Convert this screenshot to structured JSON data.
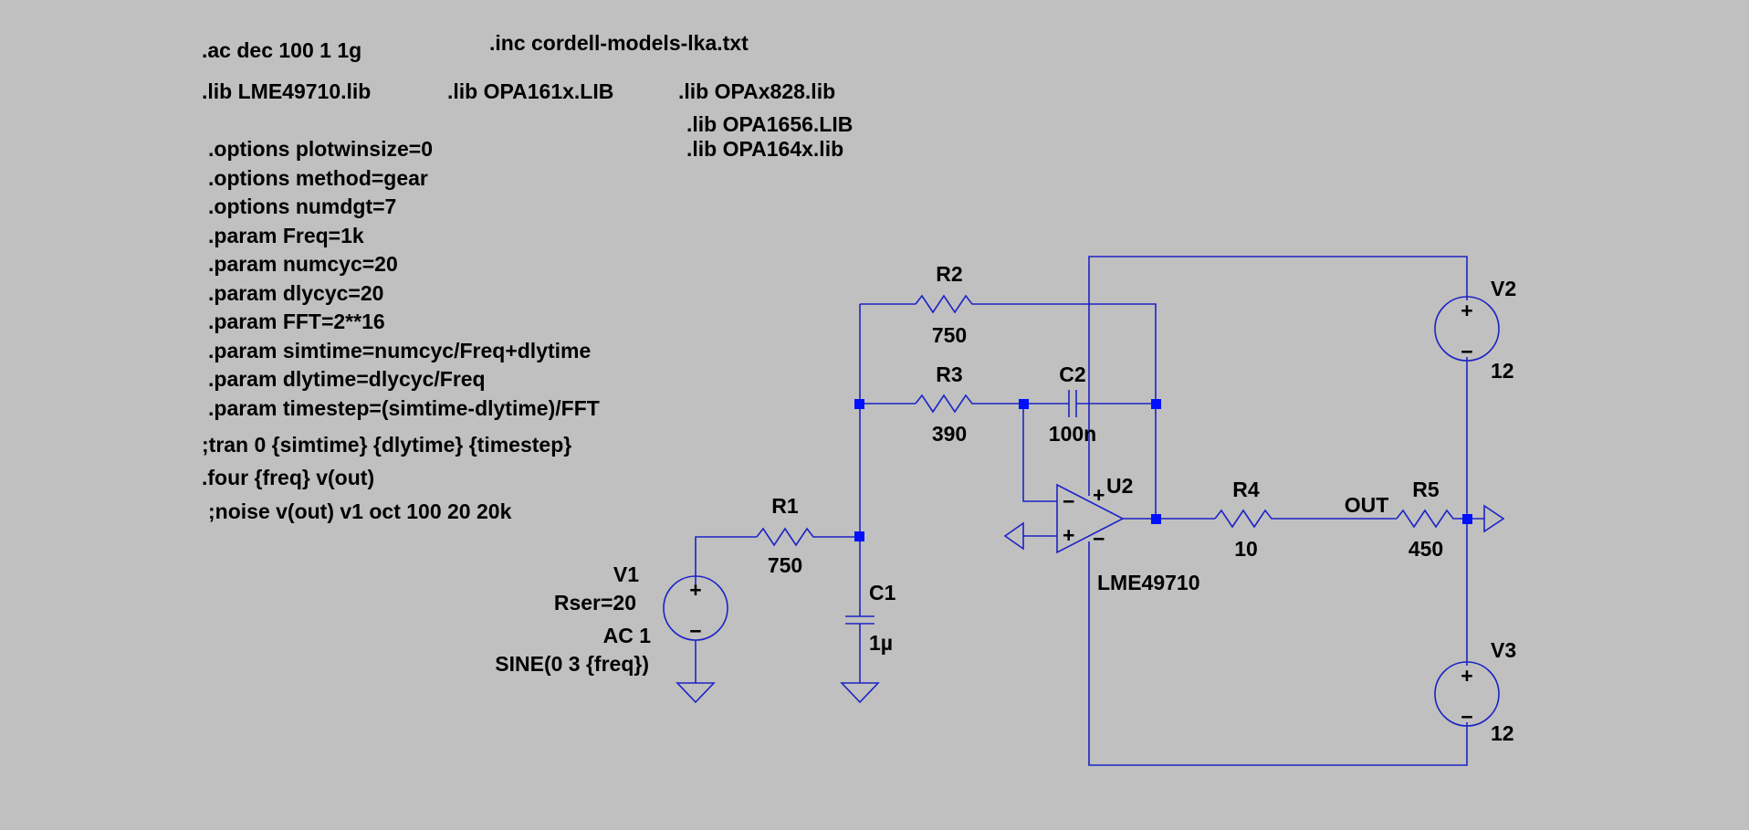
{
  "colors": {
    "background": "#c0c0c0",
    "wire": "#1c24c4",
    "junction": "#0010ff",
    "text": "#000000"
  },
  "directives": {
    "ac": ".ac dec 100 1 1g",
    "inc": ".inc cordell-models-lka.txt",
    "lib_lme": ".lib LME49710.lib",
    "lib_opa161x": ".lib OPA161x.LIB",
    "lib_opax828": ".lib OPAx828.lib",
    "lib_opa1656": ".lib OPA1656.LIB",
    "lib_opa164x": ".lib OPA164x.lib",
    "options_plotwinsize": ".options plotwinsize=0",
    "options_method": ".options method=gear",
    "options_numdgt": ".options numdgt=7",
    "param_freq": ".param Freq=1k",
    "param_numcyc": ".param numcyc=20",
    "param_dlycyc": ".param dlycyc=20",
    "param_fft": ".param FFT=2**16",
    "param_simtime": ".param simtime=numcyc/Freq+dlytime",
    "param_dlytime": ".param dlytime=dlycyc/Freq",
    "param_timestep": ".param timestep=(simtime-dlytime)/FFT",
    "tran": ";tran 0 {simtime} {dlytime} {timestep}",
    "four": ".four {freq} v(out)",
    "noise": ";noise v(out) v1 oct 100 20 20k"
  },
  "components": {
    "R1": {
      "name": "R1",
      "value": "750"
    },
    "R2": {
      "name": "R2",
      "value": "750"
    },
    "R3": {
      "name": "R3",
      "value": "390"
    },
    "R4": {
      "name": "R4",
      "value": "10"
    },
    "R5": {
      "name": "R5",
      "value": "450"
    },
    "C1": {
      "name": "C1",
      "value": "1µ"
    },
    "C2": {
      "name": "C2",
      "value": "100n"
    },
    "U2": {
      "name": "U2",
      "model": "LME49710"
    },
    "V1": {
      "name": "V1",
      "rser": "Rser=20",
      "ac": "AC 1",
      "sine": "SINE(0 3 {freq})"
    },
    "V2": {
      "name": "V2",
      "value": "12"
    },
    "V3": {
      "name": "V3",
      "value": "12"
    }
  },
  "nets": {
    "out": "OUT"
  },
  "opamp_pins": {
    "plus": "+",
    "minus": "−"
  }
}
